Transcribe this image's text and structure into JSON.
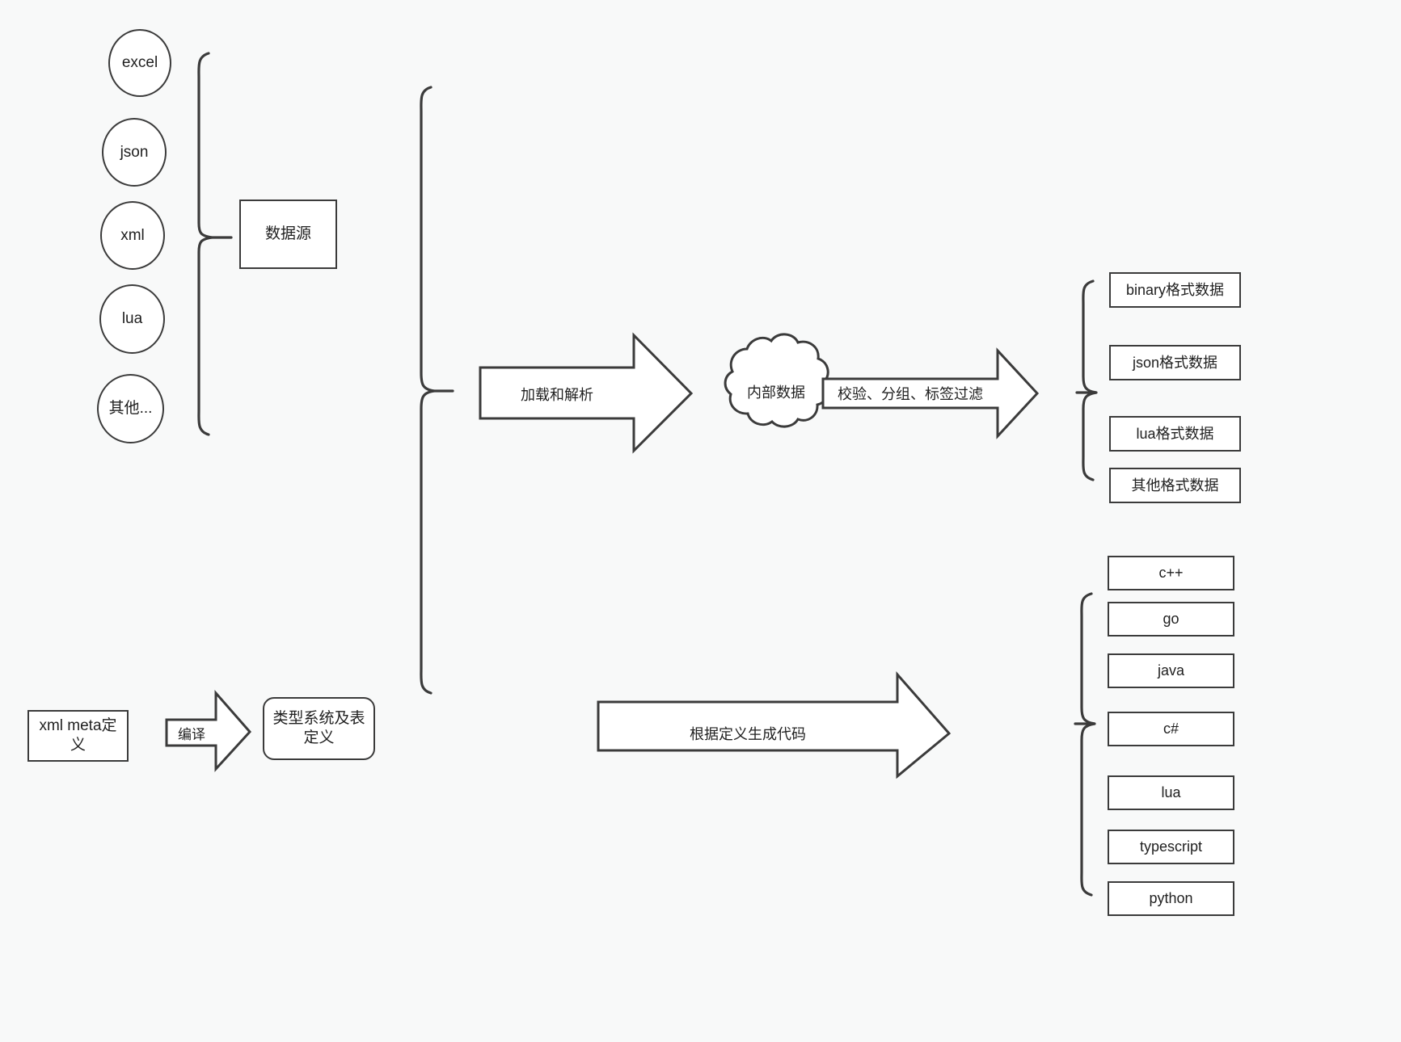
{
  "diagram": {
    "title": "data pipeline and code generation flow",
    "background_color": "#f8f9f9",
    "stroke_color": "#3b3b3b",
    "fill_color": "#ffffff"
  },
  "sources": {
    "group_label": "数据源",
    "items": [
      {
        "label": "excel"
      },
      {
        "label": "json"
      },
      {
        "label": "xml"
      },
      {
        "label": "lua"
      },
      {
        "label": "其他..."
      }
    ]
  },
  "meta": {
    "definition_label": "xml meta定义",
    "compile_arrow_label": "编译",
    "type_system_label": "类型系统及表定义"
  },
  "pipeline": {
    "load_arrow_label": "加载和解析",
    "cloud_label": "内部数据",
    "filter_arrow_label": "校验、分组、标签过滤",
    "codegen_arrow_label": "根据定义生成代码"
  },
  "outputs": {
    "data_formats": [
      {
        "label": "binary格式数据"
      },
      {
        "label": "json格式数据"
      },
      {
        "label": "lua格式数据"
      },
      {
        "label": "其他格式数据"
      }
    ],
    "languages": [
      {
        "label": "c++"
      },
      {
        "label": "go"
      },
      {
        "label": "java"
      },
      {
        "label": "c#"
      },
      {
        "label": "lua"
      },
      {
        "label": "typescript"
      },
      {
        "label": "python"
      }
    ]
  }
}
